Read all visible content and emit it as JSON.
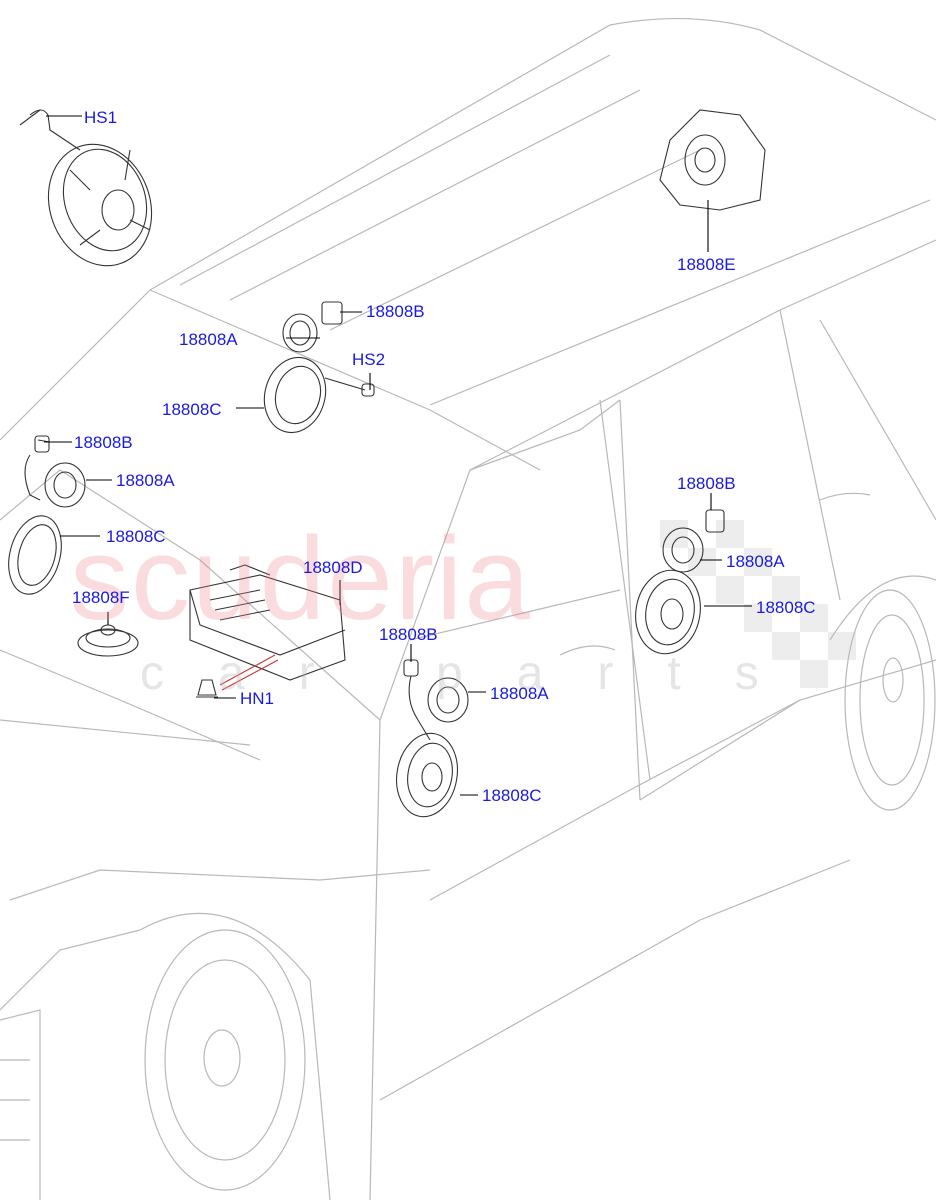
{
  "watermark": {
    "brand": "scuderia",
    "sub": "car parts"
  },
  "callouts": {
    "hs1": "HS1",
    "e": "18808E",
    "b_top": "18808B",
    "a_top": "18808A",
    "hs2": "HS2",
    "c_top": "18808C",
    "b_left": "18808B",
    "a_left": "18808A",
    "c_left": "18808C",
    "d": "18808D",
    "f": "18808F",
    "hn1": "HN1",
    "b_mid": "18808B",
    "a_mid": "18808A",
    "c_mid": "18808C",
    "b_right": "18808B",
    "a_right": "18808A",
    "c_right": "18808C"
  },
  "colors": {
    "label": "#1a1adf",
    "line": "#b5b5b5",
    "part": "#333333"
  }
}
